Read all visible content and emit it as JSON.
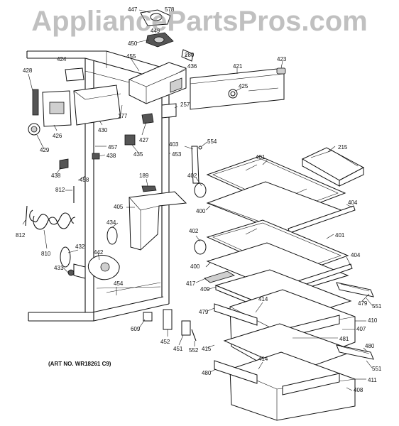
{
  "watermark": "AppliancePartsPros.com",
  "art_number": "(ART NO. WR18261 C9)",
  "parts": {
    "p447": "447",
    "p578": "578",
    "p449": "449",
    "p450": "450",
    "p424": "424",
    "p455": "455",
    "p280": "280",
    "p436": "436",
    "p421": "421",
    "p423": "423",
    "p428": "428",
    "p425": "425",
    "p257": "257",
    "p177": "177",
    "p427": "427",
    "p430": "430",
    "p426": "426",
    "p429": "429",
    "p457": "457",
    "p438a": "438",
    "p435": "435",
    "p403": "403",
    "p554": "554",
    "p453": "453",
    "p215": "215",
    "p401a": "401",
    "p438b": "438",
    "p458": "458",
    "p189": "189",
    "p402a": "402",
    "p812a": "812",
    "p405": "405",
    "p400a": "400",
    "p404a": "404",
    "p812b": "812",
    "p434": "434",
    "p402b": "402",
    "p401b": "401",
    "p810": "810",
    "p432": "432",
    "p442": "442",
    "p400b": "400",
    "p404b": "404",
    "p431": "431",
    "p417": "417",
    "p409": "409",
    "p479a": "479",
    "p454": "454",
    "p414a": "414",
    "p551a": "551",
    "p479b": "479",
    "p410": "410",
    "p609": "609",
    "p407": "407",
    "p481": "481",
    "p452": "452",
    "p451": "451",
    "p415": "415",
    "p552": "552",
    "p480a": "480",
    "p414b": "414",
    "p551b": "551",
    "p480b": "480",
    "p411": "411",
    "p408": "408"
  }
}
